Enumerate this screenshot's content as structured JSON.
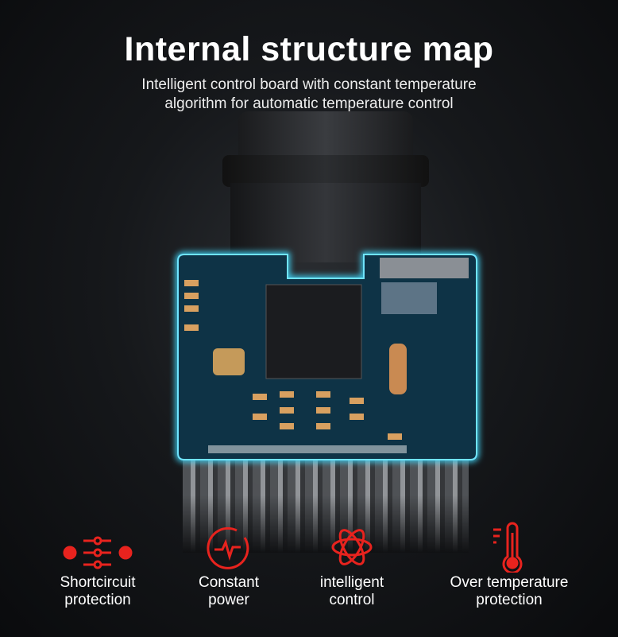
{
  "title": "Internal structure map",
  "subtitle_line1": "Intelligent control board with constant temperature",
  "subtitle_line2": "algorithm for automatic temperature control",
  "accent": "#e8231e",
  "board_color": "#38c8ea",
  "features": [
    {
      "icon": "shortcircuit-icon",
      "line1": "Shortcircuit",
      "line2": "protection"
    },
    {
      "icon": "constant-power-icon",
      "line1": "Constant",
      "line2": "power"
    },
    {
      "icon": "atom-icon",
      "line1": "intelligent",
      "line2": "control"
    },
    {
      "icon": "thermometer-icon",
      "line1": "Over temperature",
      "line2": "protection"
    }
  ]
}
